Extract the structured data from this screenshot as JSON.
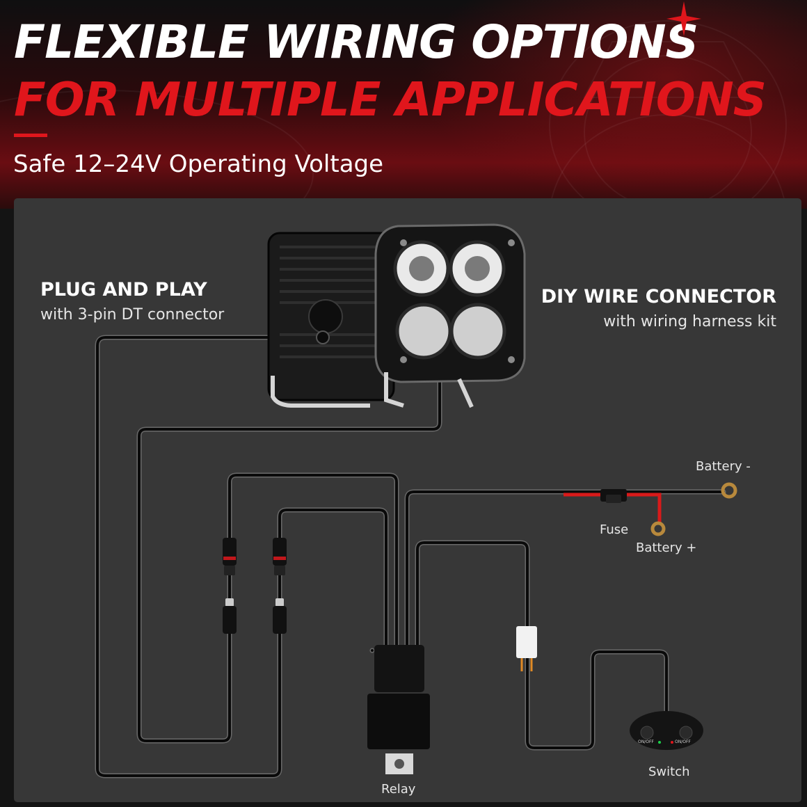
{
  "headline": {
    "line1": "FLEXIBLE WIRING OPTIONS",
    "line2": "FOR MULTIPLE APPLICATIONS",
    "subheadline": "Safe 12–24V Operating Voltage"
  },
  "colors": {
    "accent": "#e0161c",
    "panel": "#373737",
    "wire": "#0a0a0a",
    "wire_highlight": "#6a6a6a",
    "wire_positive": "#d81a1a",
    "terminal": "#b8893c"
  },
  "callouts": {
    "plug_and_play": {
      "title": "PLUG AND PLAY",
      "subtitle": "with 3-pin DT connector"
    },
    "diy": {
      "title": "DIY WIRE CONNECTOR",
      "subtitle": "with wiring harness kit"
    }
  },
  "components": {
    "battery_negative": "Battery -",
    "fuse": "Fuse",
    "battery_positive": "Battery +",
    "relay": "Relay",
    "switch": "Switch",
    "switch_button_left": "ON/OFF",
    "switch_button_right": "ON/OFF"
  },
  "icons": {
    "sparkle": "four-point-star-icon",
    "light_pod_rear": "led-pod-rear-icon",
    "light_pod_front": "led-pod-front-icon",
    "dt_connector": "dt-connector-icon",
    "relay": "relay-icon",
    "fuse_holder": "fuse-icon",
    "ring_terminal": "ring-terminal-icon",
    "switch": "rocker-switch-icon",
    "plug": "two-pin-plug-icon"
  }
}
